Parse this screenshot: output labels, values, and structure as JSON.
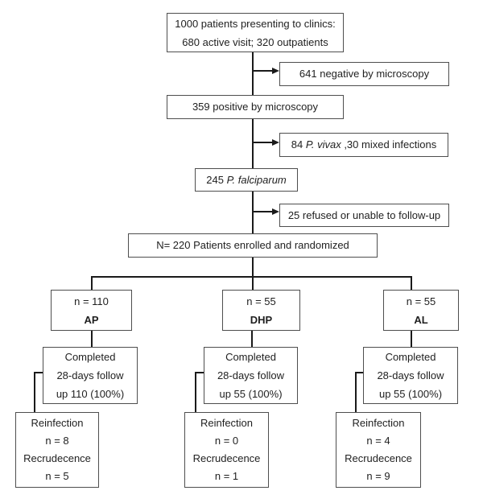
{
  "diagram": {
    "screening": {
      "line1": "1000 patients presenting to clinics:",
      "line2": "680 active visit; 320 outpatients"
    },
    "negative": "641 negative by microscopy",
    "positive": "359 positive by microscopy",
    "vivax": {
      "prefix": "84 ",
      "species": "P. vivax",
      "suffix": " ,30 mixed infections"
    },
    "falciparum": {
      "prefix": "245 ",
      "species": "P. falciparum"
    },
    "refused": "25 refused or unable to follow-up",
    "enrolled": "N= 220 Patients enrolled and randomized",
    "arms": [
      {
        "n": "n = 110",
        "name": "AP",
        "completed_line1": "Completed",
        "completed_line2": "28-days follow",
        "completed_line3": "up 110 (100%)",
        "outcome_line1": "Reinfection",
        "outcome_line2": "n = 8",
        "outcome_line3": "Recrudecence",
        "outcome_line4": "n = 5"
      },
      {
        "n": "n = 55",
        "name": "DHP",
        "completed_line1": "Completed",
        "completed_line2": "28-days follow",
        "completed_line3": "up 55 (100%)",
        "outcome_line1": "Reinfection",
        "outcome_line2": "n = 0",
        "outcome_line3": "Recrudecence",
        "outcome_line4": "n = 1"
      },
      {
        "n": "n = 55",
        "name": "AL",
        "completed_line1": "Completed",
        "completed_line2": "28-days follow",
        "completed_line3": "up 55 (100%)",
        "outcome_line1": "Reinfection",
        "outcome_line2": "n = 4",
        "outcome_line3": "Recrudecence",
        "outcome_line4": "n = 9"
      }
    ]
  },
  "colors": {
    "box_border": "#4e4e4e",
    "connector": "#1a1a1a",
    "text": "#1f1f1f",
    "background": "#ffffff"
  }
}
